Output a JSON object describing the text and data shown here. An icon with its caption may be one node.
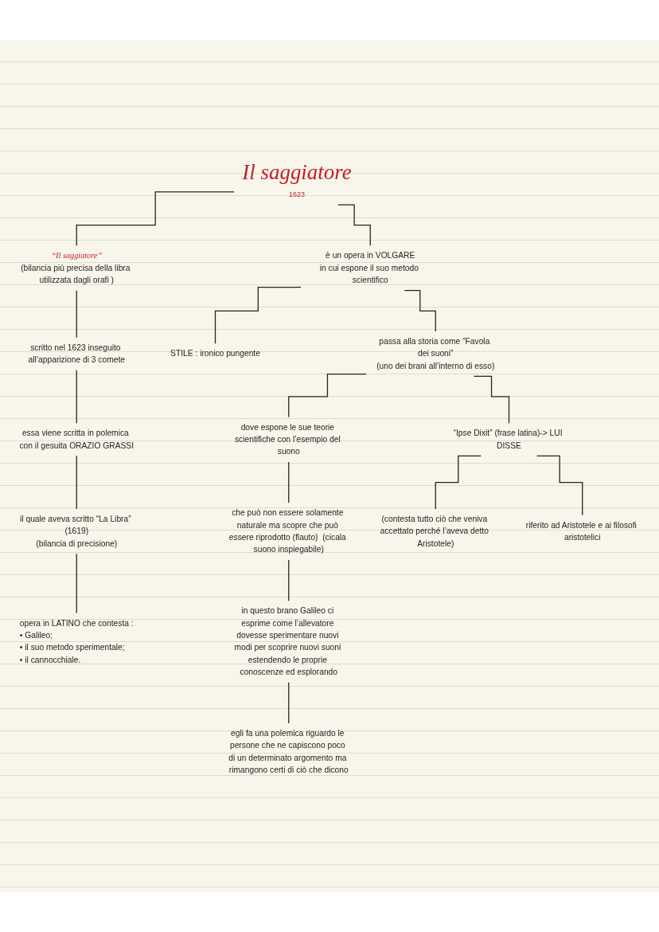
{
  "diagram": {
    "nodes": [
      {
        "text": [
          "Il saggiatore",
          "1623"
        ]
      },
      {
        "text": [
          "“Il saggiatore”",
          "(bilancia più precisa della libra utilizzata dagli orafi )"
        ]
      },
      {
        "text": [
          "scritto nel 1623 inseguito all’apparizione di 3 comete"
        ]
      },
      {
        "text": [
          "essa viene scritta in polemica con il gesuita ORAZIO GRASSI"
        ]
      },
      {
        "text": [
          "il quale aveva scritto “La Libra” (1619)",
          "(bilancia di precisione)"
        ]
      },
      {
        "text": [
          "opera in LATINO che contesta :",
          "• Galileo;",
          "• il suo metodo sperimentale;",
          "• il cannocchiale."
        ]
      },
      {
        "text": [
          "è un opera in VOLGARE",
          "in cui espone il suo metodo scientifico"
        ]
      },
      {
        "text": [
          "STILE : ironico pungente"
        ]
      },
      {
        "text": [
          "passa alla storia come “Favola dei suoni”",
          "(uno dei brani all’interno di esso)"
        ]
      },
      {
        "text": [
          "dove espone le sue teorie scientifiche con l’esempio del suono"
        ]
      },
      {
        "text": [
          "che può non essere solamente naturale ma scopre che può essere riprodotto (flauto)  (cicala suono inspiegabile)"
        ]
      },
      {
        "text": [
          "“Ipse Dixit” (frase latina)-> LUI DISSE"
        ]
      },
      {
        "text": [
          "(contesta tutto ciò che veniva accettato perché l’aveva detto Aristotele)"
        ]
      },
      {
        "text": [
          "riferito ad Aristotele e ai filosofi aristotelici"
        ]
      },
      {
        "text": [
          "in questo brano Galileo ci esprime come l’allevatore dovesse sperimentare nuovi modi per scoprire nuovi suoni estendendo le proprie conoscenze ed esplorando"
        ]
      },
      {
        "text": [
          "egli fa una polemica riguardo le persone che ne capiscono poco di un determinato argomento ma rimangono certi di ciò che dicono"
        ]
      }
    ],
    "edges": [
      {
        "from": 0,
        "to": 1,
        "arrow": "none"
      },
      {
        "from": 1,
        "to": 2,
        "arrow": "none"
      },
      {
        "from": 2,
        "to": 3,
        "arrow": "none"
      },
      {
        "from": 3,
        "to": 4,
        "arrow": "none"
      },
      {
        "from": 4,
        "to": 5,
        "arrow": "none"
      },
      {
        "from": 0,
        "to": 6,
        "arrow": "none"
      },
      {
        "from": 6,
        "to": 7,
        "arrow": "none"
      },
      {
        "from": 6,
        "to": 8,
        "arrow": "none"
      },
      {
        "from": 8,
        "to": 9,
        "arrow": "none"
      },
      {
        "from": 9,
        "to": 10,
        "arrow": "none"
      },
      {
        "from": 10,
        "to": 14,
        "arrow": "none"
      },
      {
        "from": 14,
        "to": 15,
        "arrow": "none"
      },
      {
        "from": 8,
        "to": 11,
        "arrow": "none"
      },
      {
        "from": 11,
        "to": 12,
        "arrow": "none"
      },
      {
        "from": 11,
        "to": 13,
        "arrow": "none"
      }
    ]
  }
}
